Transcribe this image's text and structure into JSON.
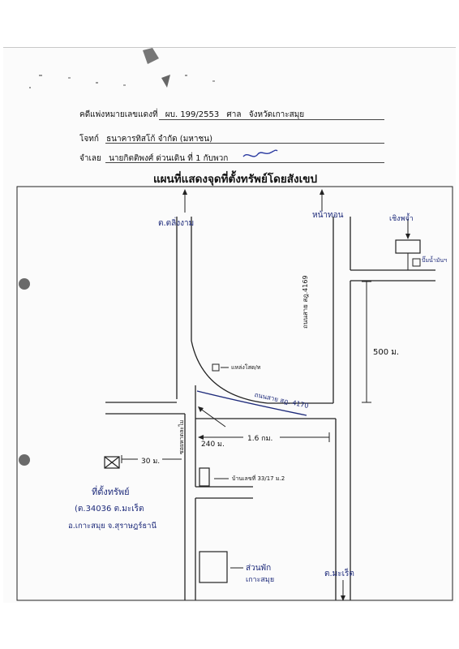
{
  "header": {
    "case_label": "คดีแพ่งหมายเลขแดงที่",
    "case_no": "ผบ. 199/2553",
    "court_label": "ศาล",
    "court_name": "จังหวัดเกาะสมุย",
    "plaintiff_label": "โจทก์",
    "plaintiff_name": "ธนาคารทิสโก้  จำกัด (มหาชน)",
    "defendant_label": "จำเลย",
    "defendant_name": "นายกิตติพงศ์ ด่วนเดิน  ที่ 1 กับพวก"
  },
  "title": "แผนที่แสดงจุดที่ตั้งทรัพย์โดยสังเขป",
  "map": {
    "north_left": "ต.ตลิ่งงาม",
    "north_right": "หน้าทอน",
    "road_4169": "ถนนสาย สฎ.4169",
    "road_4170": "ถนนสาย สฎ. 4170",
    "soi_label": "ซอยหาดละไม",
    "gas_station": "ปั๊มน้ำมัน",
    "hydro": "แหล่งโสด/ท",
    "house_no": "บ้านเลขที่ 33/17 ม.2",
    "dist_500": "500 ม.",
    "dist_240": "240 ม.",
    "dist_16": "1.6 กม.",
    "dist_30": "30 ม.",
    "property_title": "ที่ตั้งทรัพย์",
    "property_line1": "(ต.34036 ต.มะเร็ต",
    "property_line2": "อ.เกาะสมุย จ.สุราษฎร์ธานี",
    "school_line1": "ส่วนพัก",
    "school_line2": "เกาะสมุย",
    "south": "ต.มะเร็ต",
    "top_right_place": "เชิงพจ้ำ",
    "gas_station_small": "ปั๊มน้ำมันฯ"
  }
}
